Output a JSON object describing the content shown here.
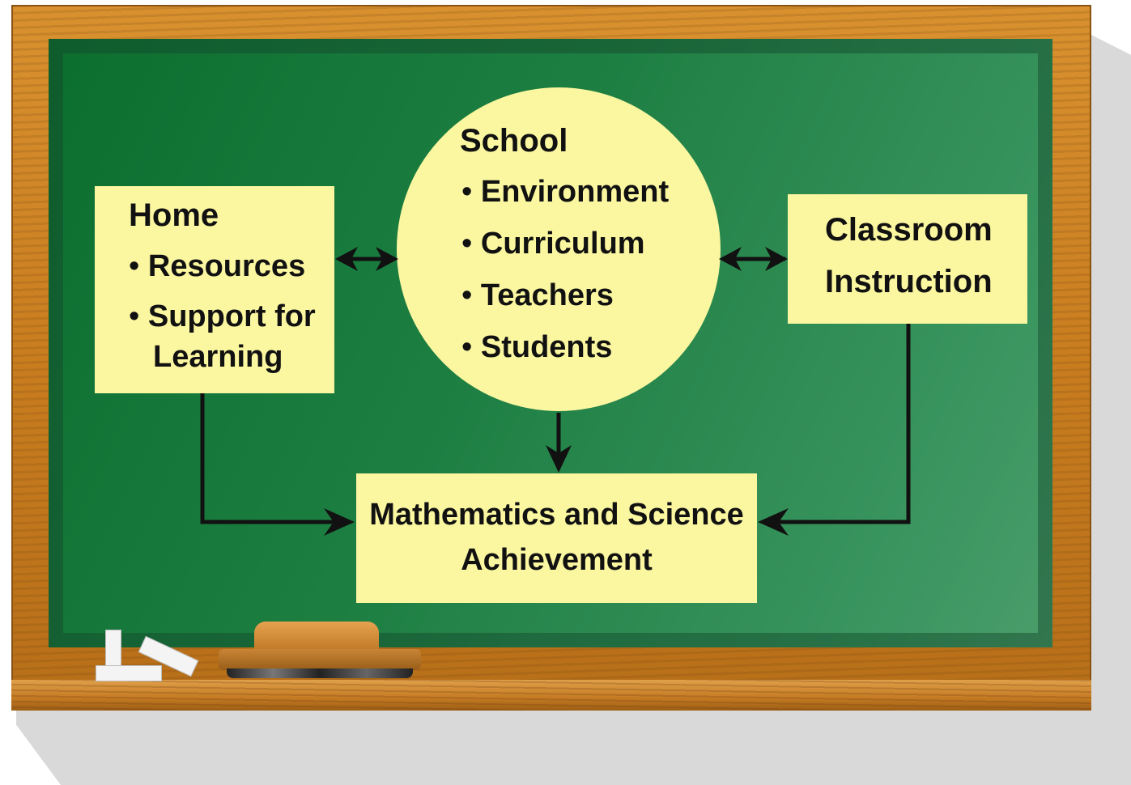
{
  "diagram": {
    "home": {
      "title": "Home",
      "bullets": [
        "Resources",
        "Support for",
        "Learning"
      ]
    },
    "school": {
      "title": "School",
      "bullets": [
        "Environment",
        "Curriculum",
        "Teachers",
        "Students"
      ]
    },
    "classroom": {
      "line1": "Classroom",
      "line2": "Instruction"
    },
    "achievement": {
      "line1": "Mathematics and Science",
      "line2": "Achievement"
    },
    "bullet_glyph": "•",
    "colors": {
      "board": "#1e7f43",
      "box_fill": "#fbf6a0",
      "frame_wood": "#c97d1f",
      "arrow": "#111111"
    }
  }
}
